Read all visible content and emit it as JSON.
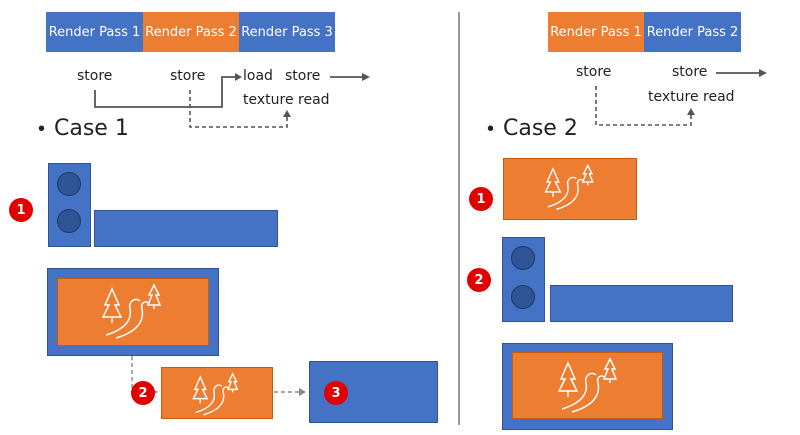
{
  "colors": {
    "blue": "#4472C4",
    "orange": "#ED7D31",
    "badge": "#E00000"
  },
  "case1": {
    "passes": [
      "Render Pass 1",
      "Render Pass 2",
      "Render Pass 3"
    ],
    "labels": {
      "store1": "store",
      "store2": "store",
      "load": "load",
      "store3": "store",
      "texture_read": "texture read"
    },
    "title": "Case 1",
    "badges": [
      "1",
      "2",
      "3"
    ]
  },
  "case2": {
    "passes": [
      "Render Pass 1",
      "Render Pass 2"
    ],
    "labels": {
      "store1": "store",
      "store2": "store",
      "texture_read": "texture read"
    },
    "title": "Case 2",
    "badges": [
      "1",
      "2"
    ]
  },
  "icons": [
    "landscape-icon"
  ]
}
